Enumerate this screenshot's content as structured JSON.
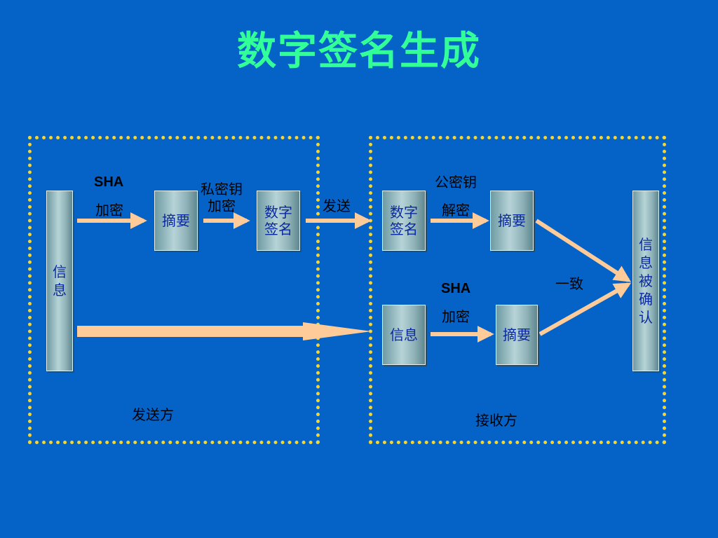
{
  "title": "数字签名生成",
  "sender": {
    "region_label": "发送方",
    "info_box": "信息",
    "digest_box": "摘要",
    "signature_box": "数字签名",
    "sha_label": "SHA",
    "sha_encrypt_label": "加密",
    "private_key_label": "私密钥\n加密",
    "send_label": "发送"
  },
  "receiver": {
    "region_label": "接收方",
    "signature_box": "数字签名",
    "digest_box_top": "摘要",
    "info_box": "信息",
    "digest_box_bottom": "摘要",
    "confirm_box": "信息被确认",
    "public_key_label": "公密钥",
    "decrypt_label": "解密",
    "sha_label": "SHA",
    "sha_encrypt_label": "加密",
    "match_label": "一致"
  },
  "colors": {
    "background": "#0563c8",
    "title": "#33ff99",
    "dotted_border": "#f5d531",
    "arrow": "#ffcc99",
    "box_text": "#0a28a0"
  }
}
